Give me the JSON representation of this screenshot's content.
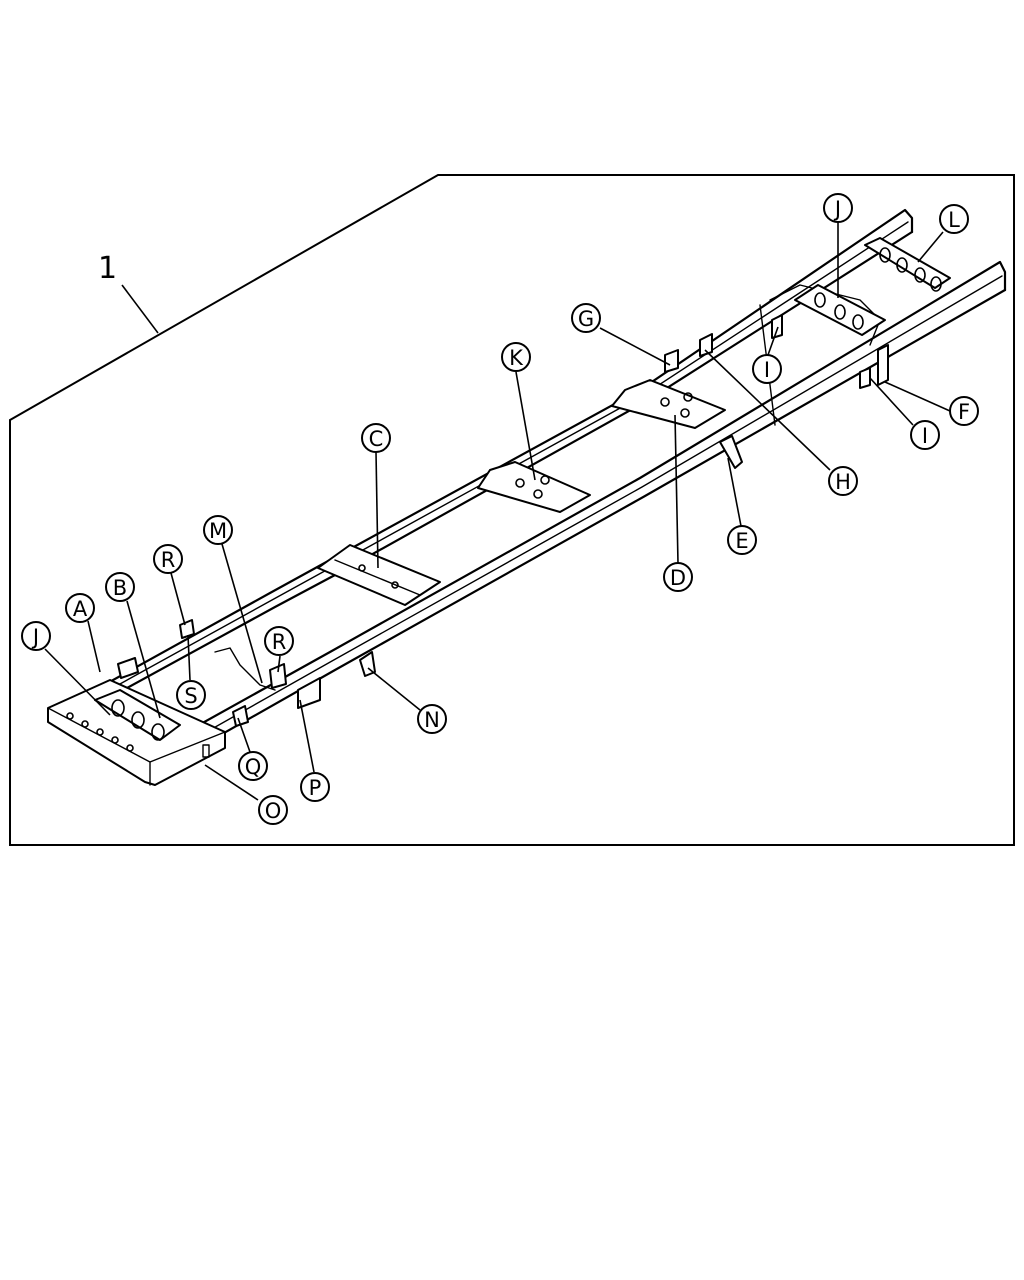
{
  "assembly_number": "1",
  "callouts": [
    {
      "id": "A",
      "label": "A"
    },
    {
      "id": "B",
      "label": "B"
    },
    {
      "id": "C",
      "label": "C"
    },
    {
      "id": "D",
      "label": "D"
    },
    {
      "id": "E",
      "label": "E"
    },
    {
      "id": "F",
      "label": "F"
    },
    {
      "id": "G",
      "label": "G"
    },
    {
      "id": "H",
      "label": "H"
    },
    {
      "id": "I1",
      "label": "I"
    },
    {
      "id": "I2",
      "label": "I"
    },
    {
      "id": "J1",
      "label": "J"
    },
    {
      "id": "J2",
      "label": "J"
    },
    {
      "id": "K",
      "label": "K"
    },
    {
      "id": "L",
      "label": "L"
    },
    {
      "id": "M",
      "label": "M"
    },
    {
      "id": "N",
      "label": "N"
    },
    {
      "id": "O",
      "label": "O"
    },
    {
      "id": "P",
      "label": "P"
    },
    {
      "id": "Q",
      "label": "Q"
    },
    {
      "id": "R1",
      "label": "R"
    },
    {
      "id": "R2",
      "label": "R"
    },
    {
      "id": "S",
      "label": "S"
    }
  ]
}
